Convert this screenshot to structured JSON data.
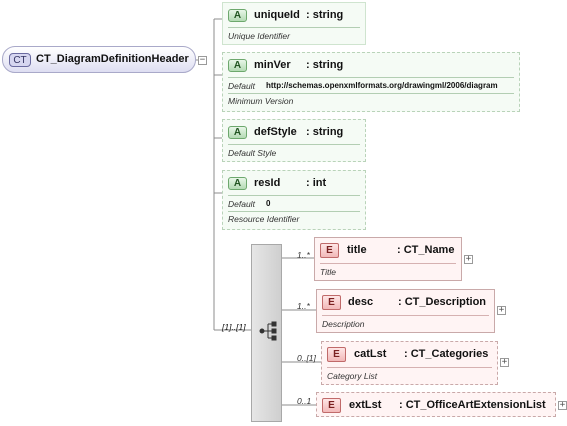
{
  "complex_type": {
    "badge": "CT",
    "name": "CT_DiagramDefinitionHeader",
    "toggle": "−"
  },
  "attributes": [
    {
      "badge": "A",
      "name": "uniqueId",
      "type": ": string",
      "doc": "Unique Identifier"
    },
    {
      "badge": "A",
      "name": "minVer",
      "type": ": string",
      "default_label": "Default",
      "default_value": "http://schemas.openxmlformats.org/drawingml/2006/diagram",
      "doc": "Minimum Version"
    },
    {
      "badge": "A",
      "name": "defStyle",
      "type": ": string",
      "doc": "Default Style"
    },
    {
      "badge": "A",
      "name": "resId",
      "type": ": int",
      "default_label": "Default",
      "default_value": "0",
      "doc": "Resource Identifier"
    }
  ],
  "sequence": {
    "cardinality": "[1]..[1]"
  },
  "elements": [
    {
      "badge": "E",
      "name": "title",
      "type": ": CT_Name",
      "doc": "Title",
      "cardinality": "1..*",
      "toggle": "+"
    },
    {
      "badge": "E",
      "name": "desc",
      "type": ": CT_Description",
      "doc": "Description",
      "cardinality": "1..*",
      "toggle": "+"
    },
    {
      "badge": "E",
      "name": "catLst",
      "type": ": CT_Categories",
      "doc": "Category List",
      "cardinality": "0..[1]",
      "toggle": "+"
    },
    {
      "badge": "E",
      "name": "extLst",
      "type": ": CT_OfficeArtExtensionList",
      "doc": "",
      "cardinality": "0..1",
      "toggle": "+"
    }
  ]
}
